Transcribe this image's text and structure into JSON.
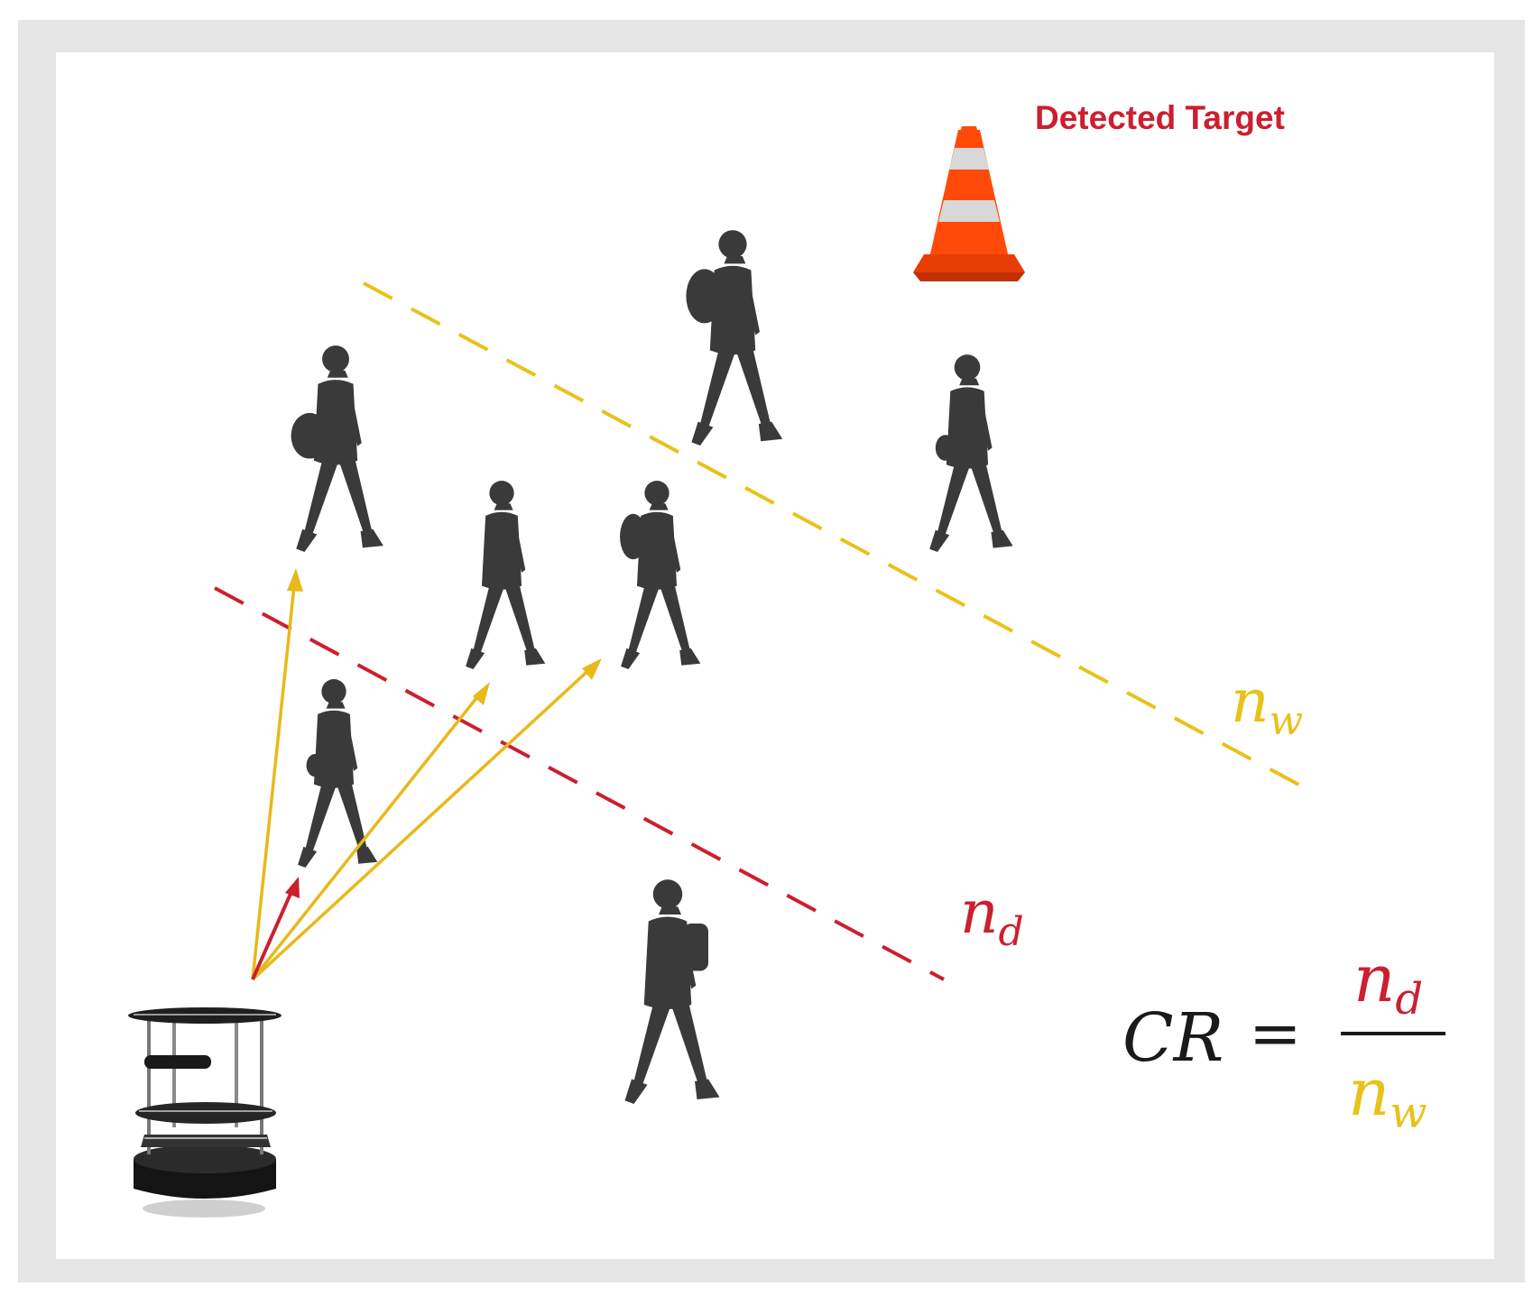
{
  "colors": {
    "background": "#e6e6e6",
    "panel": "#ffffff",
    "detect_line": "#cc1f2f",
    "walk_line": "#e8c21a",
    "arrow_yellow": "#e9b81a",
    "arrow_red": "#cc1f2f",
    "silhouette": "#3a3a3a",
    "cone_orange": "#ff4a0a",
    "cone_stripe": "#d8d8d8",
    "text_dark": "#1a1a1a"
  },
  "labels": {
    "target": "Detected Target",
    "nd_base": "n",
    "nd_sub": "d",
    "nw_base": "n",
    "nw_sub": "w",
    "cr_lhs": "CR",
    "cr_eq": "=",
    "frac_num_base": "n",
    "frac_num_sub": "d",
    "frac_den_base": "n",
    "frac_den_sub": "w"
  },
  "icons": {
    "target": "traffic-cone-icon",
    "robot": "mobile-robot-icon",
    "pedestrian": "pedestrian-silhouette-icon"
  }
}
